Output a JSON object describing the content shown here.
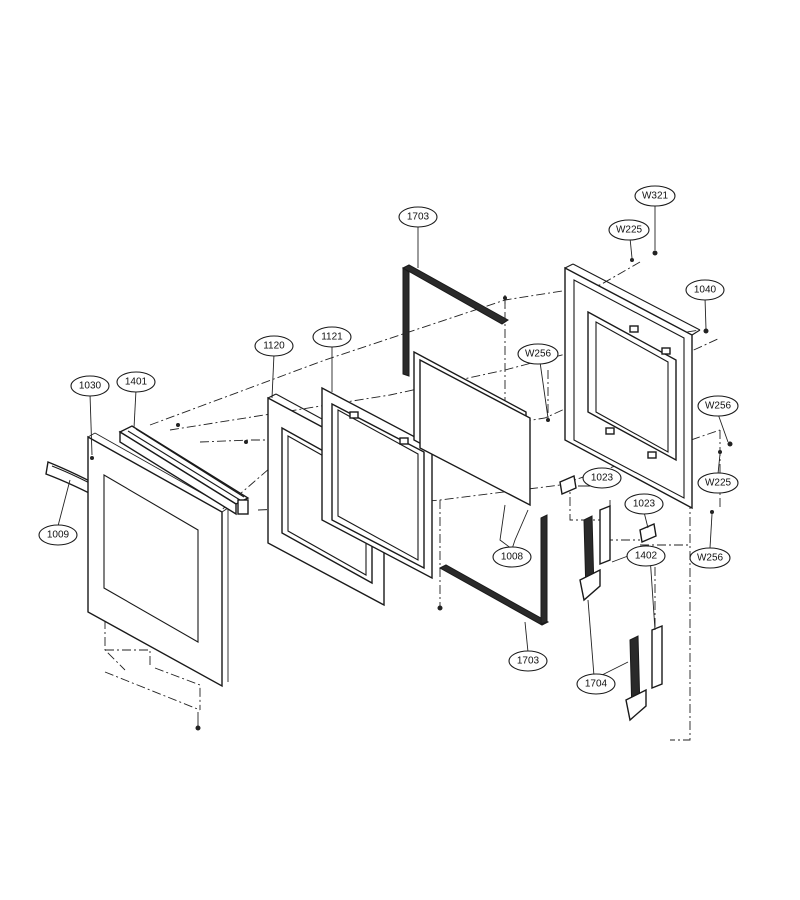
{
  "diagram": {
    "callouts": [
      {
        "id": "c-w321",
        "label": "W321"
      },
      {
        "id": "c-w225-top",
        "label": "W225"
      },
      {
        "id": "c-1703-top",
        "label": "1703"
      },
      {
        "id": "c-1040",
        "label": "1040"
      },
      {
        "id": "c-1121",
        "label": "1121"
      },
      {
        "id": "c-1120",
        "label": "1120"
      },
      {
        "id": "c-w256-mid",
        "label": "W256"
      },
      {
        "id": "c-1030",
        "label": "1030"
      },
      {
        "id": "c-1401",
        "label": "1401"
      },
      {
        "id": "c-w256-right",
        "label": "W256"
      },
      {
        "id": "c-w225-right",
        "label": "W225"
      },
      {
        "id": "c-1023-a",
        "label": "1023"
      },
      {
        "id": "c-1023-b",
        "label": "1023"
      },
      {
        "id": "c-1009",
        "label": "1009"
      },
      {
        "id": "c-1008",
        "label": "1008"
      },
      {
        "id": "c-1402",
        "label": "1402"
      },
      {
        "id": "c-w256-low",
        "label": "W256"
      },
      {
        "id": "c-1703-bottom",
        "label": "1703"
      },
      {
        "id": "c-1704",
        "label": "1704"
      }
    ]
  }
}
